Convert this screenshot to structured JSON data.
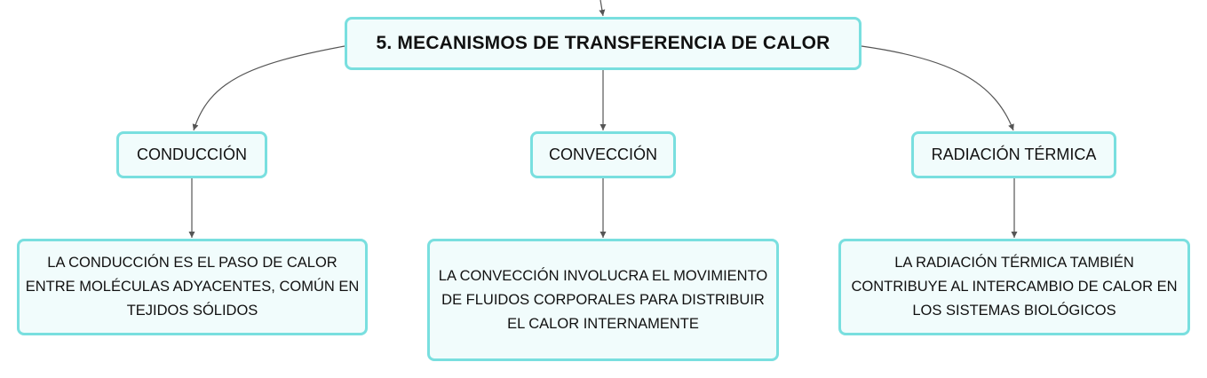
{
  "diagram": {
    "root": {
      "label": "5. MECANISMOS DE TRANSFERENCIA DE CALOR"
    },
    "branches": [
      {
        "topic": "CONDUCCIÓN",
        "description": "LA CONDUCCIÓN ES EL PASO DE CALOR ENTRE MOLÉCULAS ADYACENTES, COMÚN EN TEJIDOS SÓLIDOS"
      },
      {
        "topic": "CONVECCIÓN",
        "description": "LA CONVECCIÓN INVOLUCRA EL MOVIMIENTO DE FLUIDOS CORPORALES PARA DISTRIBUIR EL CALOR INTERNAMENTE"
      },
      {
        "topic": "RADIACIÓN TÉRMICA",
        "description": "LA RADIACIÓN TÉRMICA TAMBIÉN CONTRIBUYE AL INTERCAMBIO DE CALOR EN LOS SISTEMAS BIOLÓGICOS"
      }
    ],
    "colors": {
      "node_border": "#79dfdf",
      "node_fill": "#f1fcfc",
      "connector": "#555555",
      "text": "#111111"
    }
  }
}
